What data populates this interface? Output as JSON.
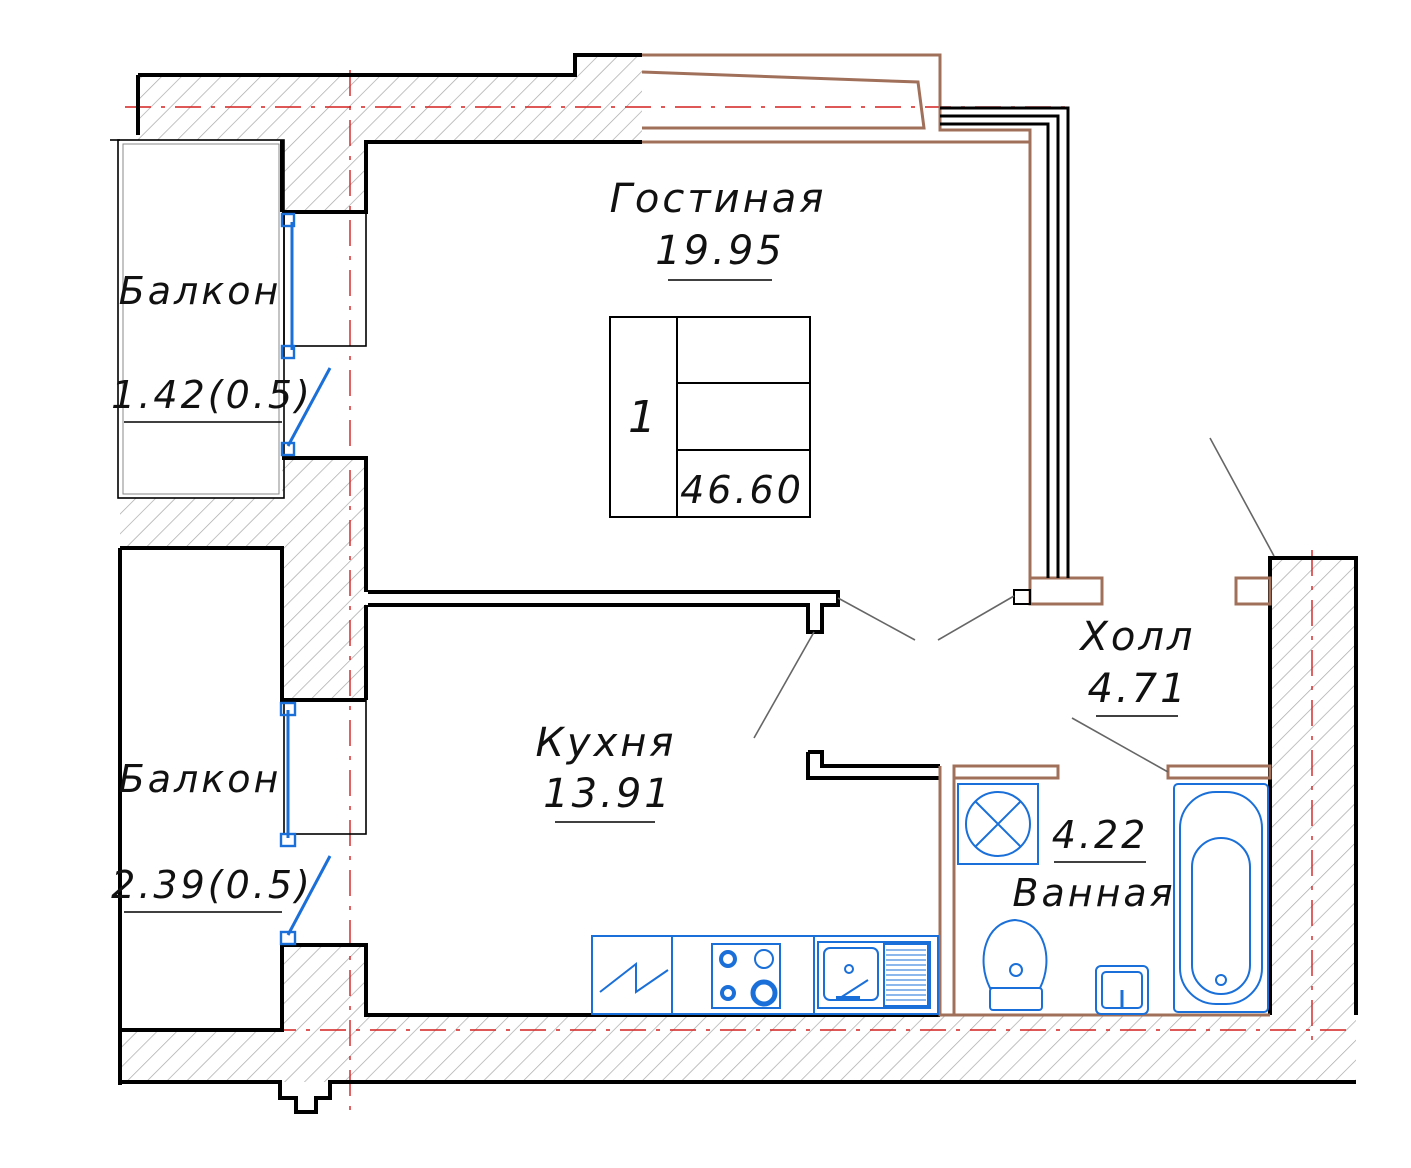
{
  "rooms": {
    "living": {
      "name": "Гостиная",
      "area": "19.95"
    },
    "kitchen": {
      "name": "Кухня",
      "area": "13.91"
    },
    "hall": {
      "name": "Холл",
      "area": "4.71"
    },
    "bath": {
      "name": "Ванная",
      "area": "4.22"
    },
    "balcony_top": {
      "name": "Балкон",
      "area": "1.42(0.5)"
    },
    "balcony_bottom": {
      "name": "Балкон",
      "area": "2.39(0.5)"
    }
  },
  "apartment": {
    "rooms_count": "1",
    "total_area": "46.60"
  },
  "colors": {
    "wall": "#000000",
    "hatch": "#9a9a9a",
    "axis": "#d42020",
    "window": "#a0705a",
    "fixture": "#1a6fd8"
  }
}
